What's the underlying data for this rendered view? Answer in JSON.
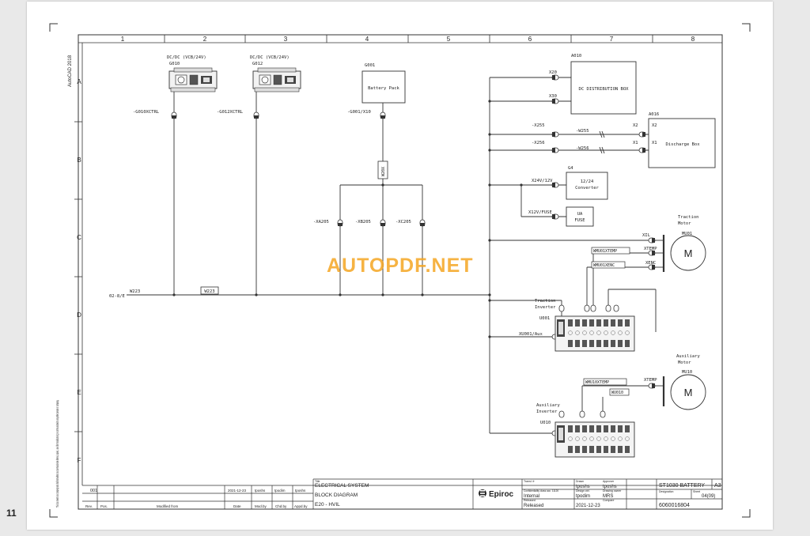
{
  "page_number": "11",
  "watermark": "AUTOPDF.NET",
  "side_text": {
    "autocad": "AutoCAD 2018",
    "disclaimer": "This document is our property and shall not without our permission be altered, copied, used for manufacturing or communicated to any other person or company."
  },
  "columns": [
    "1",
    "2",
    "3",
    "4",
    "5",
    "6",
    "7",
    "8"
  ],
  "rows": [
    "A",
    "B",
    "C",
    "D",
    "E",
    "F"
  ],
  "components": {
    "g010_title": "DC/DC (VCB/24V)",
    "g010_id": "G010",
    "g010_ctrl": "-G010XCTRL",
    "g012_title": "DC/DC (VCB/24V)",
    "g012_id": "G012",
    "g012_ctrl": "-G012XCTRL",
    "g001_id": "G001",
    "g001_label": "Battery Pack",
    "g001_conn": "-G001/X10",
    "g001_cable": "W20X",
    "a010_id": "A010",
    "a010_label": "DC DISTRIBUTION BOX",
    "a010_x20": "X20",
    "a010_x30": "X30",
    "a016_id": "A016",
    "a016_label": "Discharge Box",
    "a016_x2": "X2",
    "a016_x1": "X1",
    "x255": "-X255",
    "w255": "-W255",
    "x256": "-X256",
    "w256": "-W256",
    "g4_id": "G4",
    "g4_label1": "12/24",
    "g4_label2": "Converter",
    "x24v": "X24V/12V",
    "fuse_label1": "UA",
    "fuse_label2": "FUSE",
    "x12v_fuse": "X12V/FUSE",
    "xa205": "-XA205",
    "xb205": "-XB205",
    "xc205": "-XC205",
    "ref_02": "02-8/E",
    "w223": "W223",
    "w223_box": "W223",
    "mu01_name1": "Traction",
    "mu01_name2": "Motor",
    "mu01_id": "MU01",
    "mu01_symbol": "M",
    "mu01_xil": "XIL",
    "mu01_xtemp": "XTEMP",
    "mu01_xenc": "XENC",
    "wmu01_temp": "WMU01XTEMP",
    "wmu01_enc": "WMU01XENC",
    "u001_name1": "Traction",
    "u001_name2": "Inverter",
    "u001_id": "U001",
    "xu001_aux": "XU001/Aux",
    "mu10_name1": "Auxiliary",
    "mu10_name2": "Motor",
    "mu10_id": "MU10",
    "mu10_symbol": "M",
    "mu10_xtemp": "XTEMP",
    "wmu10_temp": "WMU10XTEMP",
    "wu010": "WU010",
    "u010_name1": "Auxiliary",
    "u010_name2": "Inverter",
    "u010_id": "U010"
  },
  "title_block": {
    "rev_value": "001",
    "rev_date": "2021-12-23",
    "rev_mod": "tposhs",
    "rev_chk": "tpodim",
    "rev_app": "tposhs",
    "col_rev": "Rev.",
    "col_pos": "Pos.",
    "col_modified": "Modified from",
    "col_date": "Date",
    "col_mod": "Mod.by",
    "col_chk": "Chd.by",
    "col_app": "Appd.by",
    "title_caption": "Title",
    "title1": "ELECTRICAL SYSTEM",
    "title2": "BLOCK DIAGRAM",
    "title3": "E20 - HVIL",
    "brand": "Epiroc",
    "trans_caption": "Transl. fr",
    "conf_caption": "Confidentiality class acc. 11120",
    "conf_value": "Internal",
    "status_caption": "Released",
    "status_value": "Released",
    "drawn_caption": "Drawn",
    "drawn_value": "tposhs",
    "design_caption": "Design ctrl.",
    "design_value": "tpodim",
    "date_value": "2021-12-23",
    "approver_caption": "Approver",
    "approver_value": "tposhs",
    "owner_caption": "Drawing owner",
    "owner_value": "MRS",
    "compare_caption": "Compare",
    "product": "ST1030 BATTERY",
    "size": "A3",
    "designation_caption": "Designation",
    "sheet_caption": "Sheet",
    "sheet_value": "04(09)",
    "doc_number": "6060016804"
  }
}
